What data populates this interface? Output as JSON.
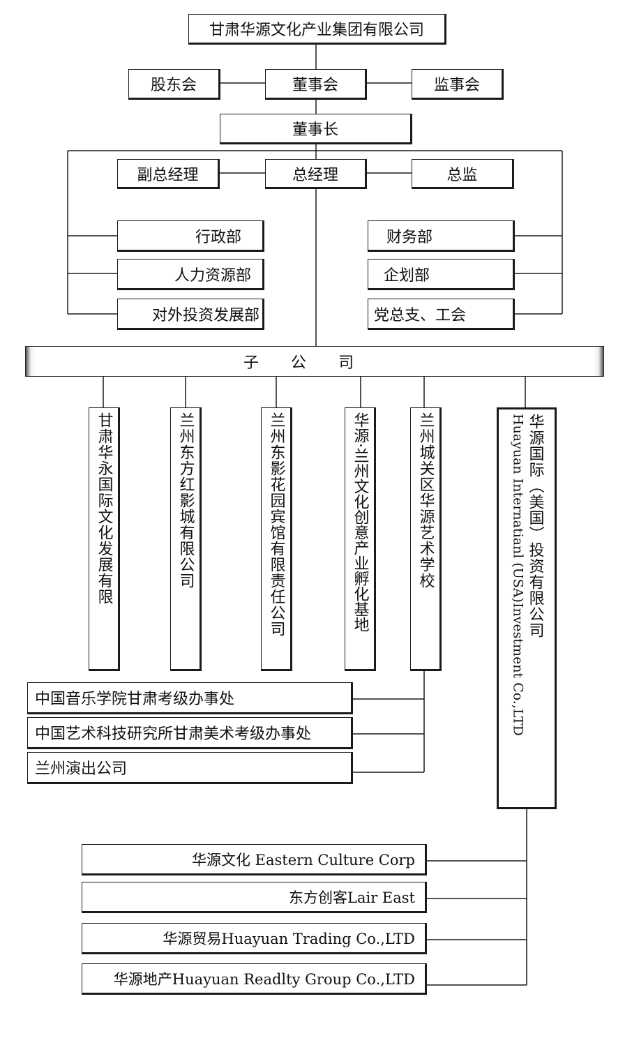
{
  "top": {
    "group": "甘肃华源文化产业集团有限公司",
    "shareholders": "股东会",
    "board": "董事会",
    "supervisors": "监事会",
    "chairman": "董事长",
    "vice_gm": "副总经理",
    "gm": "总经理",
    "director": "总监"
  },
  "departments": {
    "left": [
      "行政部",
      "人力资源部",
      "对外投资发展部"
    ],
    "right": [
      "财务部",
      "企划部",
      "党总支、工会"
    ]
  },
  "subsidiaries_banner": "子公司",
  "subsidiaries": [
    "甘肃华永国际文化发展有限",
    "兰州东方红影城有限公司",
    "兰州东影花园宾馆有限责任公司",
    "华源·兰州文化创意产业孵化基地",
    "兰州城关区华源艺术学校"
  ],
  "school_units": [
    "中国音乐学院甘肃考级办事处",
    "中国艺术科技研究所甘肃美术考级办事处",
    "兰州演出公司"
  ],
  "international": {
    "cn": "华源国际（美国）投资有限公司",
    "en": "Huayuan Internatianl (USA)Investment Co.,LTD"
  },
  "intl_units": [
    "华源文化 Eastern Culture Corp",
    "东方创客Lair East",
    "华源贸易Huayuan Trading Co.,LTD",
    "华源地产Huayuan Readlty Group Co.,LTD"
  ]
}
